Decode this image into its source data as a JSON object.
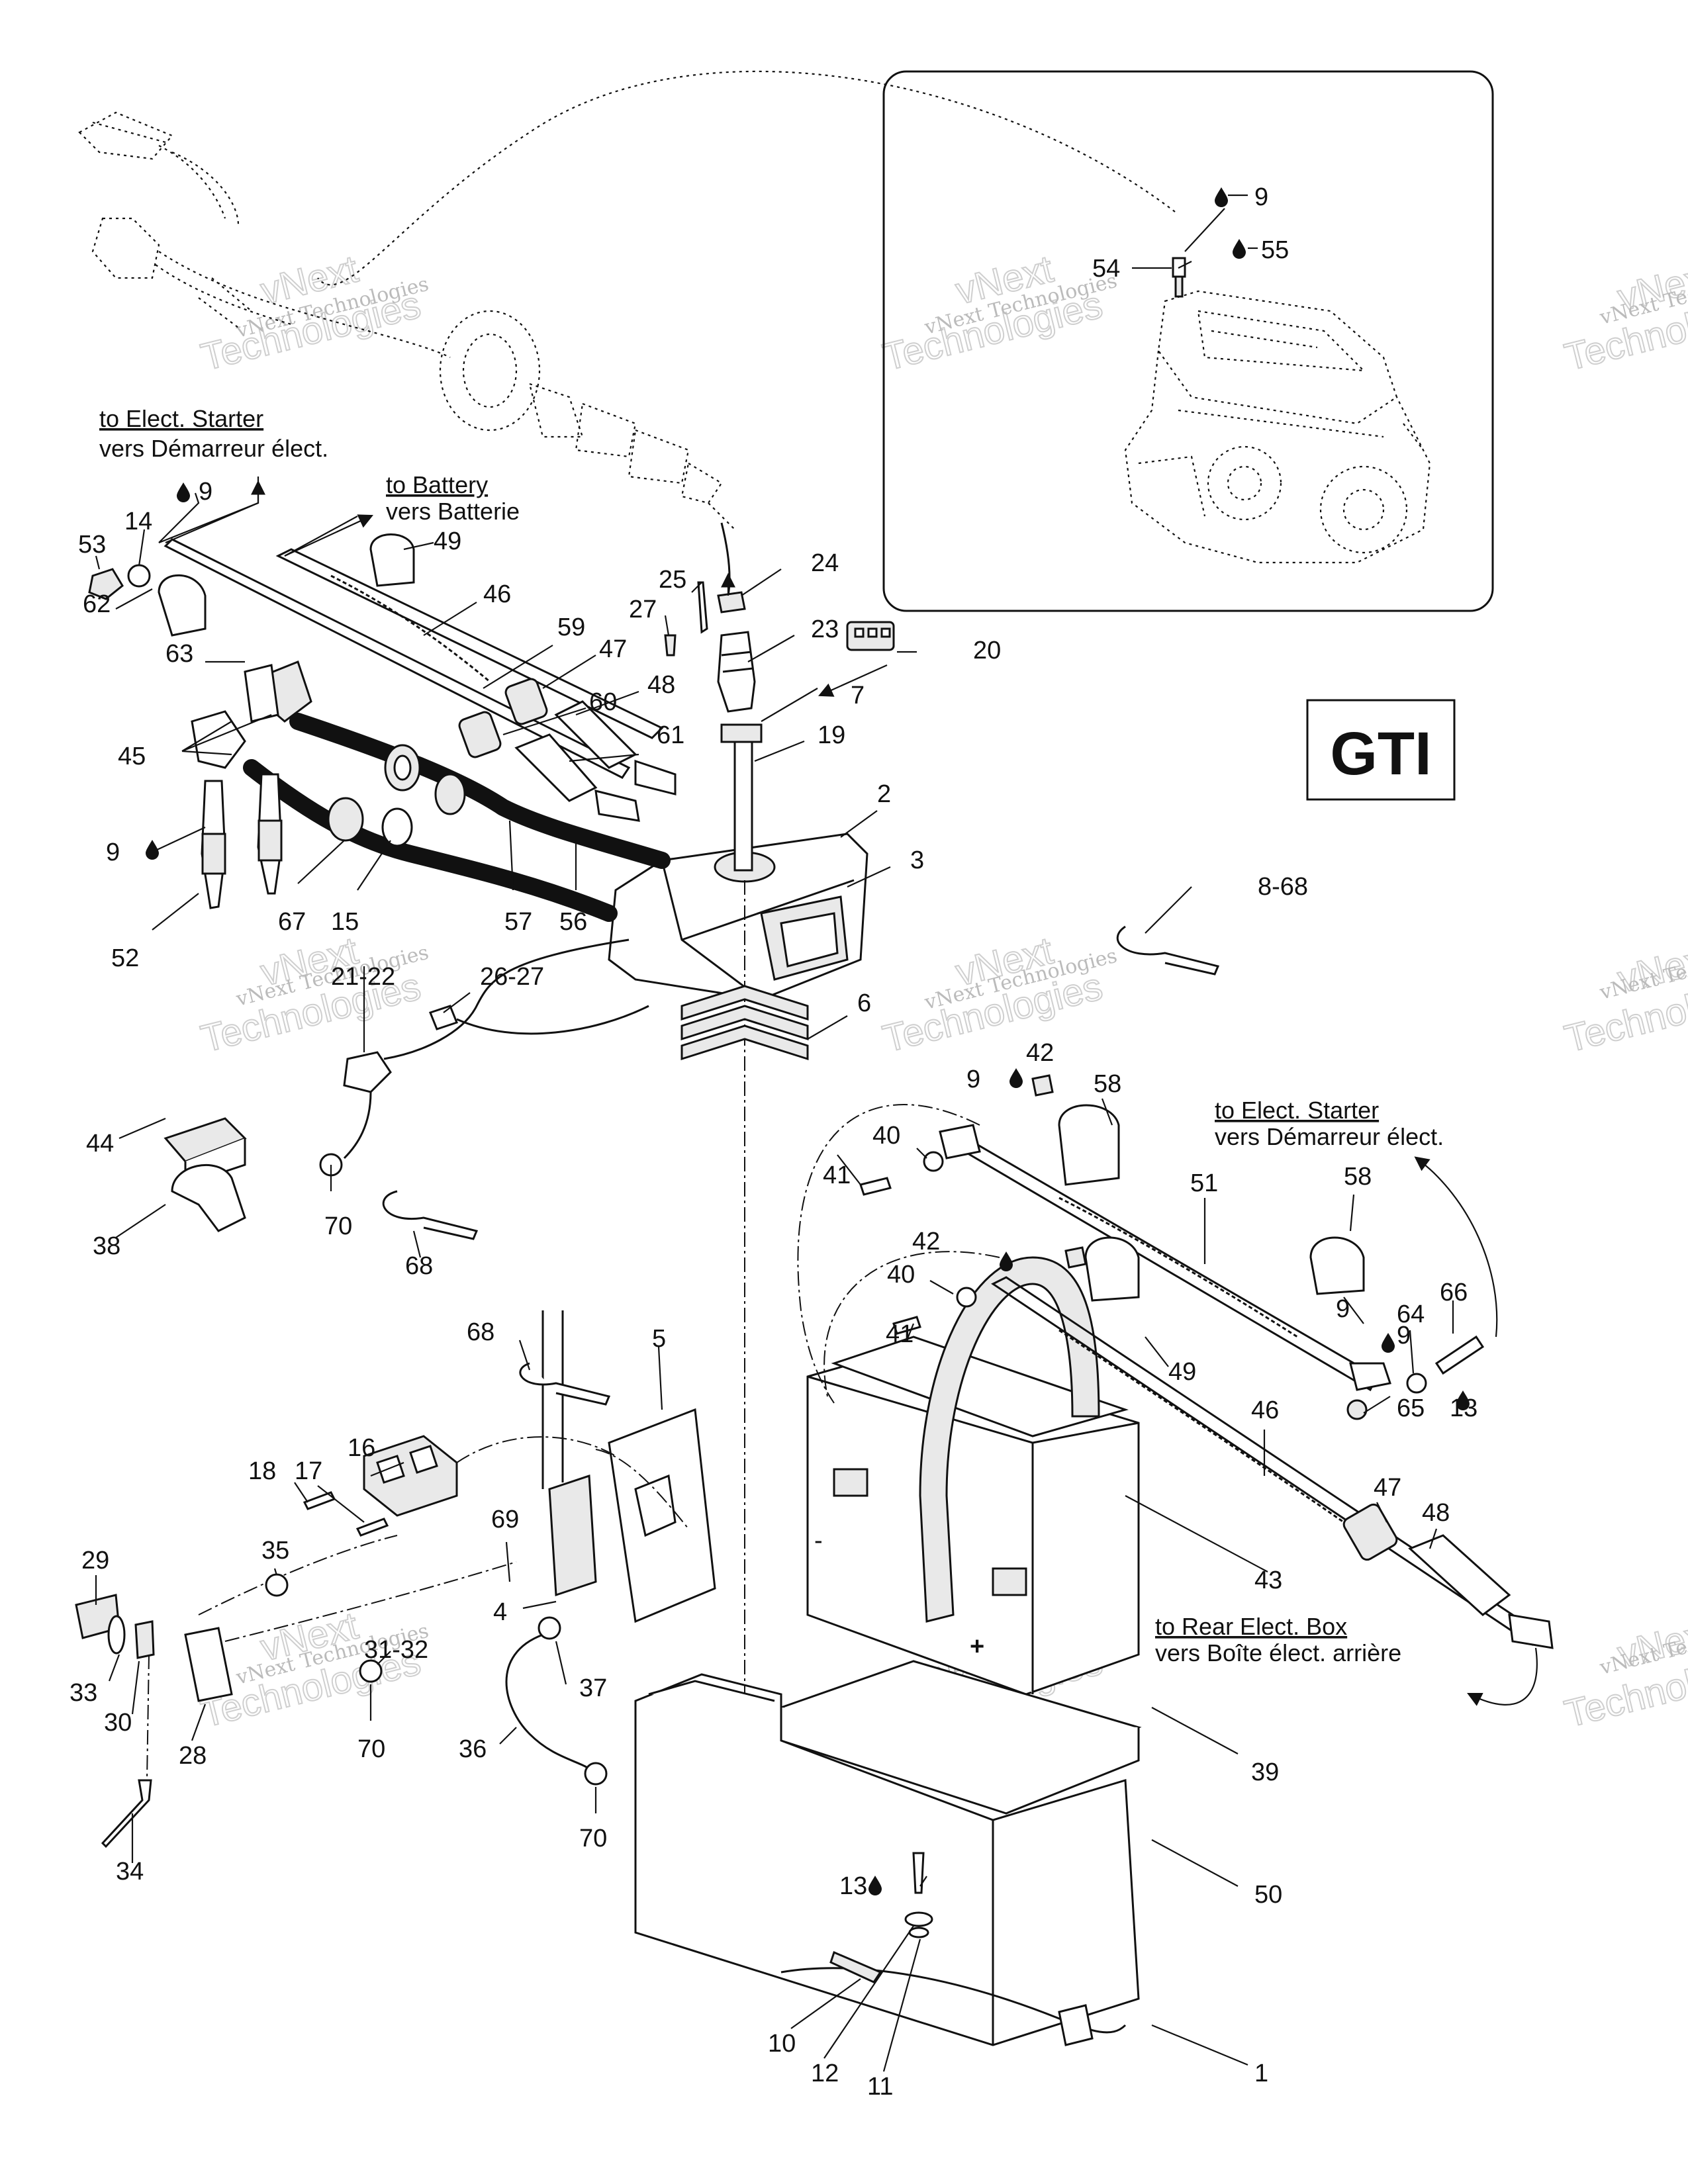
{
  "model_badge": "GTI",
  "destinations": {
    "elect_starter_1": {
      "en": "to Elect. Starter",
      "fr": "vers Démarreur élect."
    },
    "battery": {
      "en": "to Battery",
      "fr": "vers Batterie"
    },
    "elect_starter_2": {
      "en": "to Elect. Starter",
      "fr": "vers Démarreur élect."
    },
    "rear_elect_box": {
      "en": "to Rear Elect. Box",
      "fr": "vers Boîte élect. arrière"
    }
  },
  "battery_terminals": {
    "negative": "-",
    "positive": "+"
  },
  "watermark": {
    "line1": "vNext",
    "line2": "Technologies",
    "small": "vNext Technologies"
  },
  "callouts": [
    {
      "label": "9"
    },
    {
      "label": "55"
    },
    {
      "label": "54"
    },
    {
      "label": "9"
    },
    {
      "label": "14"
    },
    {
      "label": "53"
    },
    {
      "label": "62"
    },
    {
      "label": "49"
    },
    {
      "label": "46"
    },
    {
      "label": "25"
    },
    {
      "label": "24"
    },
    {
      "label": "27"
    },
    {
      "label": "23"
    },
    {
      "label": "20"
    },
    {
      "label": "63"
    },
    {
      "label": "59"
    },
    {
      "label": "47"
    },
    {
      "label": "48"
    },
    {
      "label": "7"
    },
    {
      "label": "60"
    },
    {
      "label": "19"
    },
    {
      "label": "61"
    },
    {
      "label": "45"
    },
    {
      "label": "2"
    },
    {
      "label": "3"
    },
    {
      "label": "9"
    },
    {
      "label": "8-68"
    },
    {
      "label": "67"
    },
    {
      "label": "15"
    },
    {
      "label": "57"
    },
    {
      "label": "56"
    },
    {
      "label": "52"
    },
    {
      "label": "21-22"
    },
    {
      "label": "26-27"
    },
    {
      "label": "6"
    },
    {
      "label": "9"
    },
    {
      "label": "42"
    },
    {
      "label": "58"
    },
    {
      "label": "40"
    },
    {
      "label": "41"
    },
    {
      "label": "44"
    },
    {
      "label": "51"
    },
    {
      "label": "70"
    },
    {
      "label": "38"
    },
    {
      "label": "68"
    },
    {
      "label": "58"
    },
    {
      "label": "9"
    },
    {
      "label": "42"
    },
    {
      "label": "40"
    },
    {
      "label": "41"
    },
    {
      "label": "66"
    },
    {
      "label": "9"
    },
    {
      "label": "64"
    },
    {
      "label": "49"
    },
    {
      "label": "68"
    },
    {
      "label": "5"
    },
    {
      "label": "65"
    },
    {
      "label": "13"
    },
    {
      "label": "46"
    },
    {
      "label": "16"
    },
    {
      "label": "17"
    },
    {
      "label": "18"
    },
    {
      "label": "47"
    },
    {
      "label": "48"
    },
    {
      "label": "69"
    },
    {
      "label": "43"
    },
    {
      "label": "35"
    },
    {
      "label": "29"
    },
    {
      "label": "4"
    },
    {
      "label": "31-32"
    },
    {
      "label": "37"
    },
    {
      "label": "33"
    },
    {
      "label": "30"
    },
    {
      "label": "70"
    },
    {
      "label": "28"
    },
    {
      "label": "39"
    },
    {
      "label": "36"
    },
    {
      "label": "34"
    },
    {
      "label": "70"
    },
    {
      "label": "50"
    },
    {
      "label": "13"
    },
    {
      "label": "10"
    },
    {
      "label": "12"
    },
    {
      "label": "11"
    },
    {
      "label": "1"
    }
  ]
}
